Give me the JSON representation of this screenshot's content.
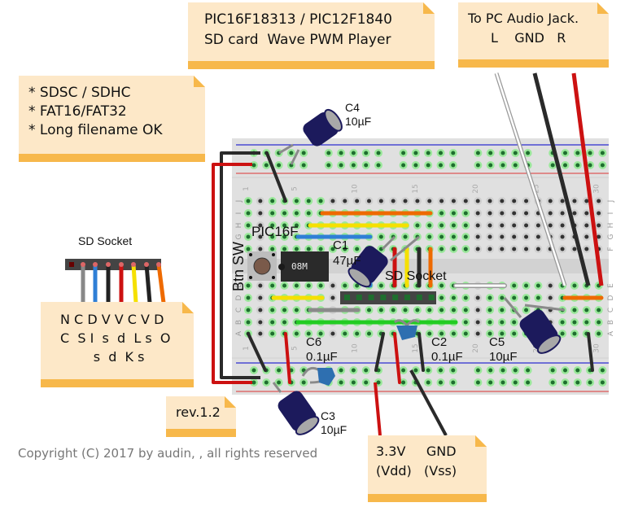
{
  "notes": {
    "title": {
      "line1": "PIC16F18313 / PIC12F1840",
      "line2": "SD card  Wave PWM Player"
    },
    "audio": {
      "line1": "To PC Audio Jack.",
      "line2": "L    GND   R"
    },
    "features": {
      "items": [
        "* SDSC / SDHC",
        "* FAT16/FAT32",
        "* Long filename OK"
      ]
    },
    "sd_pins": {
      "row1": "N C D V V C V D",
      "row2": "C  S I  s  d  L s  O",
      "row3": "        s  d  K s"
    },
    "revision": "rev.1.2",
    "power": {
      "line1": "3.3V     GND",
      "line2": "(Vdd)   (Vss)"
    }
  },
  "labels": {
    "sd_socket_header": "SD Socket",
    "sd_socket_board": "SD Socket",
    "btn_sw": "Btn SW",
    "pic": "PIC16F",
    "ic_marking": "08M",
    "c1": {
      "name": "C1",
      "value": "47µF"
    },
    "c2": {
      "name": "C2",
      "value": "0.1µF"
    },
    "c3": {
      "name": "C3",
      "value": "10µF"
    },
    "c4": {
      "name": "C4",
      "value": "10µF"
    },
    "c5": {
      "name": "C5",
      "value": "10µF"
    },
    "c6": {
      "name": "C6",
      "value": "0.1µF"
    }
  },
  "breadboard": {
    "row_letters_top": [
      "J",
      "I",
      "H",
      "G",
      "F"
    ],
    "row_letters_bottom": [
      "E",
      "D",
      "C",
      "B",
      "A"
    ],
    "column_numbers": [
      "1",
      "5",
      "10",
      "15",
      "20",
      "25",
      "30"
    ]
  },
  "sd_header_wires": [
    "#888888",
    "#2f7fd6",
    "#222222",
    "#cc1111",
    "#f5e000",
    "#222222",
    "#ee6a00"
  ],
  "colors": {
    "note_bg": "#fde8c8",
    "note_bar": "#f7b84b",
    "wire_red": "#cc1111",
    "wire_black": "#2a2a2a",
    "wire_white": "#ffffff",
    "wire_yellow": "#f5e000",
    "wire_orange": "#ee6a00",
    "wire_blue": "#2f7fd6",
    "wire_green": "#22cc22",
    "wire_gray": "#8a8a8a",
    "rail_blue": "#0000cc",
    "rail_red": "#dd3333",
    "electrolytic": "#1c1a5c",
    "ceramic": "#2e6fb0"
  },
  "copyright": "Copyright (C) 2017 by audin, , all rights reserved"
}
